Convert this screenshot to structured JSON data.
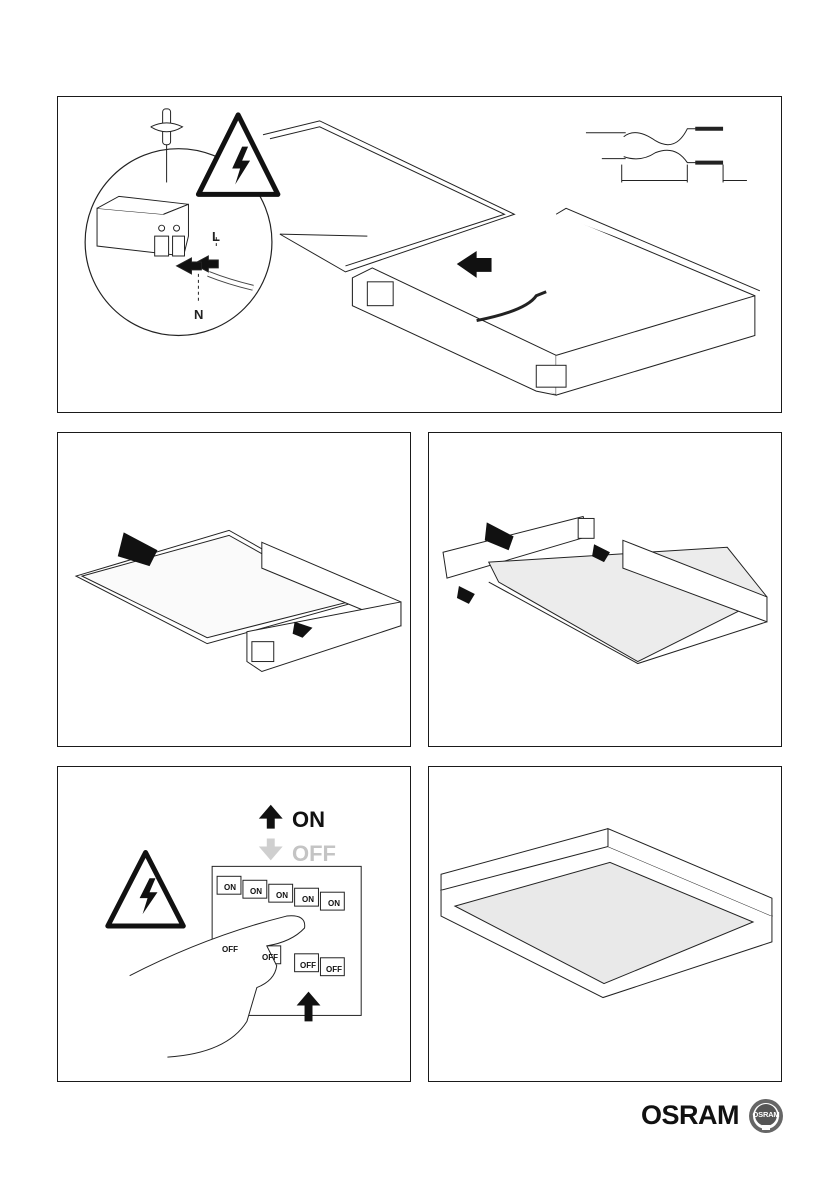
{
  "step1": {
    "label_L": "L",
    "label_N": "N"
  },
  "step4": {
    "switch_on": "ON",
    "switch_off": "OFF"
  },
  "breakers": {
    "top_labels": [
      "ON",
      "ON",
      "ON",
      "ON",
      "ON"
    ],
    "bottom_labels": [
      "OFF",
      "OFF",
      "OFF",
      "OFF"
    ]
  },
  "brand": {
    "name": "OSRAM",
    "mark_text": "OSRAM"
  }
}
